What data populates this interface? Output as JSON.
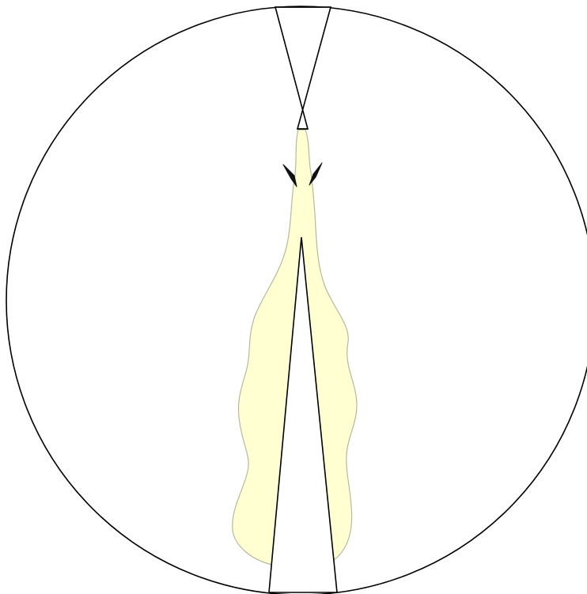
{
  "diagram": {
    "colors": {
      "background": "#ffffff",
      "outline": "#000000",
      "flame_fill": "#ffffd2",
      "flame_edge": "#b8b8a0",
      "spark": "#111111"
    },
    "elements": [
      "outer-circle",
      "upper-hourglass-cone",
      "lower-inverted-cone",
      "flame-shape",
      "spark-marks"
    ]
  }
}
